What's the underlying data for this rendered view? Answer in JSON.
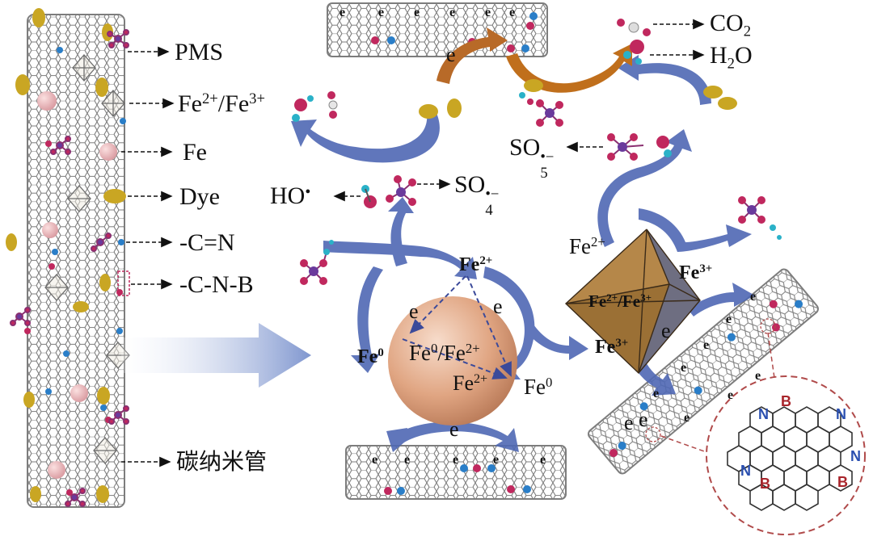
{
  "legend": {
    "pms": "PMS",
    "fe_ion": {
      "base": "Fe",
      "sup1": "2+",
      "mid": "/Fe",
      "sup2": "3+"
    },
    "fe": "Fe",
    "dye": "Dye",
    "cn": "-C=N",
    "cnb": "-C-N-B",
    "cnt": "碳纳米管"
  },
  "products": {
    "co2": {
      "base": "CO",
      "sub": "2"
    },
    "h2o": {
      "base": "H",
      "sub": "2",
      "tail": "O"
    }
  },
  "radicals": {
    "ho": "HO",
    "so4": {
      "base": "SO",
      "sub": "4",
      "sup": "•−"
    },
    "so5": {
      "base": "SO",
      "sub": "5",
      "sup": "•−"
    }
  },
  "electron": "e",
  "sphere": {
    "fe2_top": {
      "base": "Fe",
      "sup": "2+"
    },
    "fe0_left": {
      "base": "Fe",
      "sup": "0"
    },
    "center": {
      "a": "Fe",
      "sup1": "0",
      "b": "/Fe",
      "sup2": "2+"
    },
    "fe2_inner": {
      "base": "Fe",
      "sup": "2+"
    },
    "fe0_right": {
      "base": "Fe",
      "sup": "0"
    }
  },
  "octahedron": {
    "fe2_top": {
      "base": "Fe",
      "sup": "2+"
    },
    "fe3_right": {
      "base": "Fe",
      "sup": "3+"
    },
    "center": {
      "a": "Fe",
      "sup1": "2+",
      "b": "/Fe",
      "sup2": "3+"
    },
    "fe3_bottom": {
      "base": "Fe",
      "sup": "3+"
    }
  },
  "structure_atoms": {
    "b": "B",
    "n": "N"
  },
  "colors": {
    "arrow_blue": "#4f68b4",
    "arrow_orange": "#c06f1c",
    "dye_yellow": "#c9a623",
    "atom_magenta": "#c0285e",
    "atom_cyan": "#2ab1c8",
    "atom_purple": "#6a3a9c",
    "tube_gray": "#8a8a8a",
    "sphere": "#e2a985",
    "octa": "#9b7035",
    "circle_dash": "#b04a4a"
  }
}
